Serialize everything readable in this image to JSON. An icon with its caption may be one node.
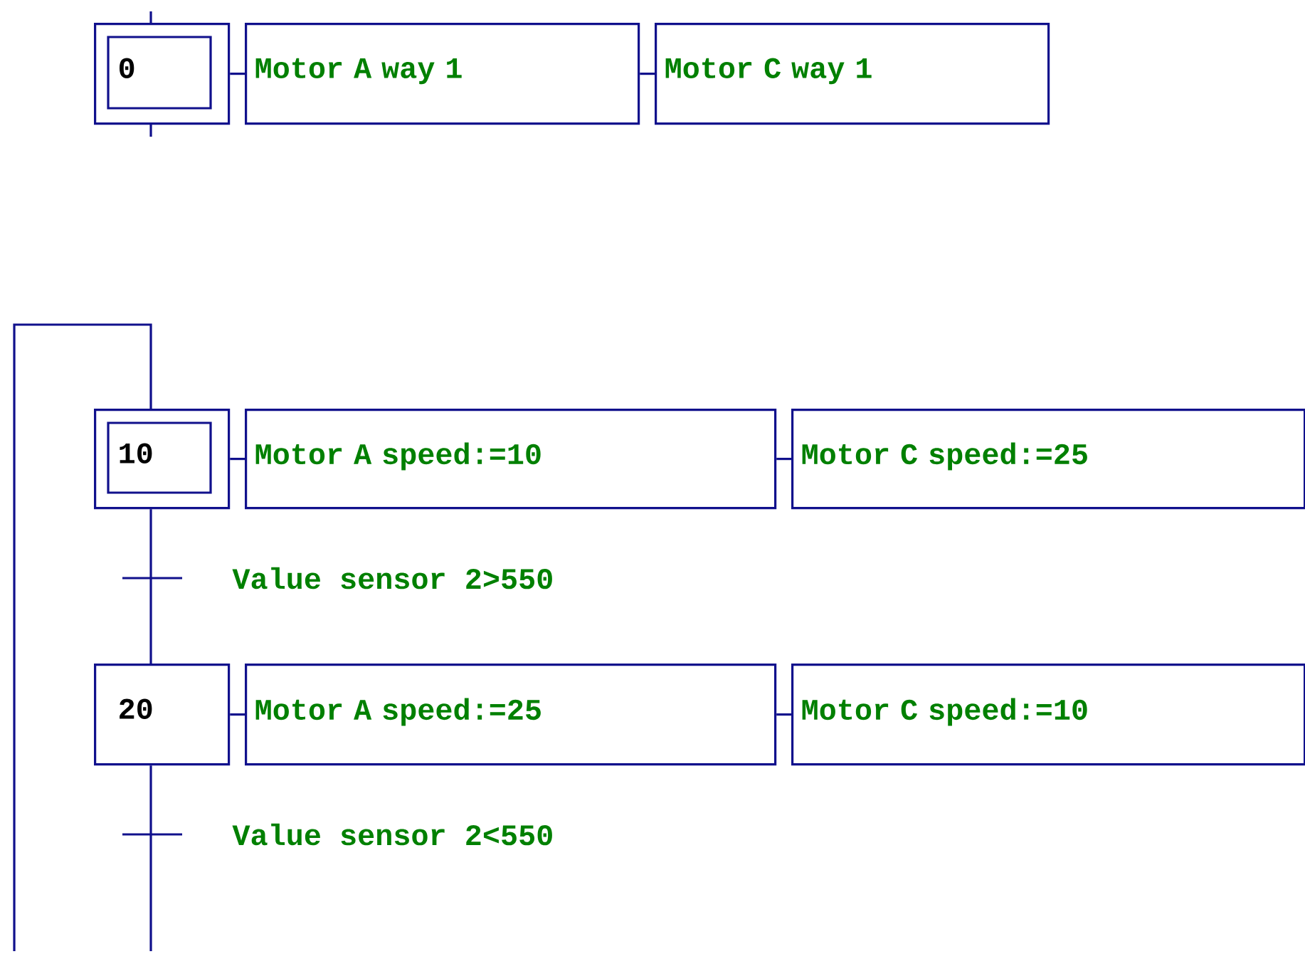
{
  "diagram": {
    "nodes": [
      {
        "text": [
          "0"
        ]
      },
      {
        "text": [
          "Motor A way 1"
        ]
      },
      {
        "text": [
          "Motor C way 1"
        ]
      },
      {
        "text": [
          "10"
        ]
      },
      {
        "text": [
          "Motor A speed:=10"
        ]
      },
      {
        "text": [
          "Motor C speed:=25"
        ]
      },
      {
        "text": [
          "20"
        ]
      },
      {
        "text": [
          "Motor A speed:=25"
        ]
      },
      {
        "text": [
          "Motor C speed:=10"
        ]
      }
    ],
    "edges": [
      {
        "from": 0,
        "to": 1,
        "arrow": "none"
      },
      {
        "from": 1,
        "to": 2,
        "arrow": "none"
      },
      {
        "from": 3,
        "to": 4,
        "arrow": "none"
      },
      {
        "from": 4,
        "to": 5,
        "arrow": "none"
      },
      {
        "from": 6,
        "to": 7,
        "arrow": "none"
      },
      {
        "from": 7,
        "to": 8,
        "arrow": "none"
      },
      {
        "from": 3,
        "to": 6,
        "arrow": "none",
        "label": "Value sensor 2>550"
      },
      {
        "from": 6,
        "to": null,
        "arrow": "none",
        "label": "Value sensor 2<550"
      },
      {
        "from": null,
        "to": 3,
        "arrow": "none"
      }
    ]
  }
}
